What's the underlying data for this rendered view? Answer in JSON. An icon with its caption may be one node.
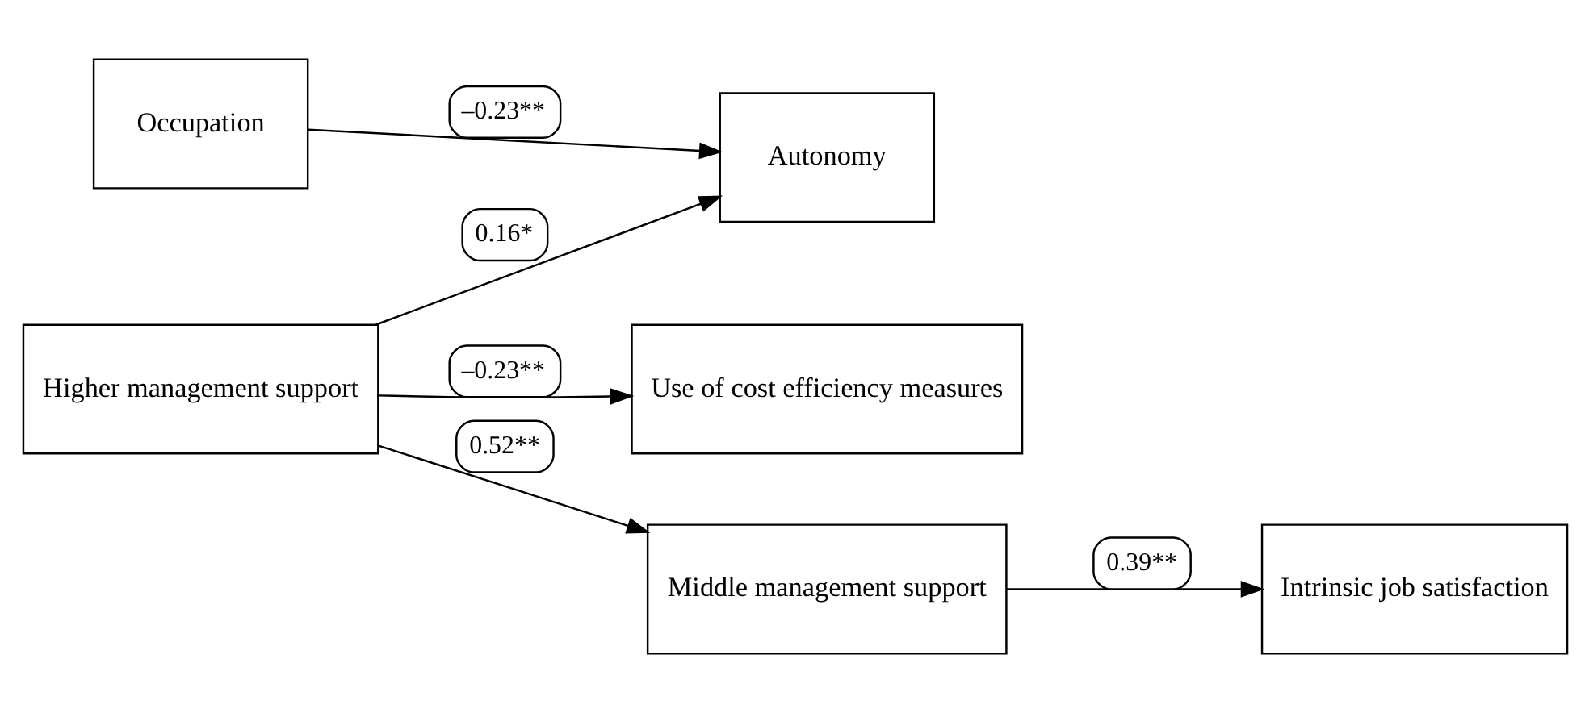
{
  "diagram": {
    "nodes": [
      {
        "text": [
          "Higher management support"
        ]
      },
      {
        "text": [
          "Autonomy"
        ]
      },
      {
        "text": [
          "Occupation"
        ]
      },
      {
        "text": [
          "Use of cost efficiency measures"
        ]
      },
      {
        "text": [
          "Middle management support"
        ]
      },
      {
        "text": [
          "Intrinsic job satisfaction"
        ]
      }
    ],
    "edges": [
      {
        "from": 2,
        "to": 1,
        "arrow": "to",
        "label": "–0.23**"
      },
      {
        "from": 0,
        "to": 1,
        "arrow": "to",
        "label": "0.16*"
      },
      {
        "from": 0,
        "to": 3,
        "arrow": "to",
        "label": "–0.23**"
      },
      {
        "from": 0,
        "to": 4,
        "arrow": "to",
        "label": "0.52**"
      },
      {
        "from": 4,
        "to": 5,
        "arrow": "to",
        "label": "0.39**"
      }
    ]
  }
}
